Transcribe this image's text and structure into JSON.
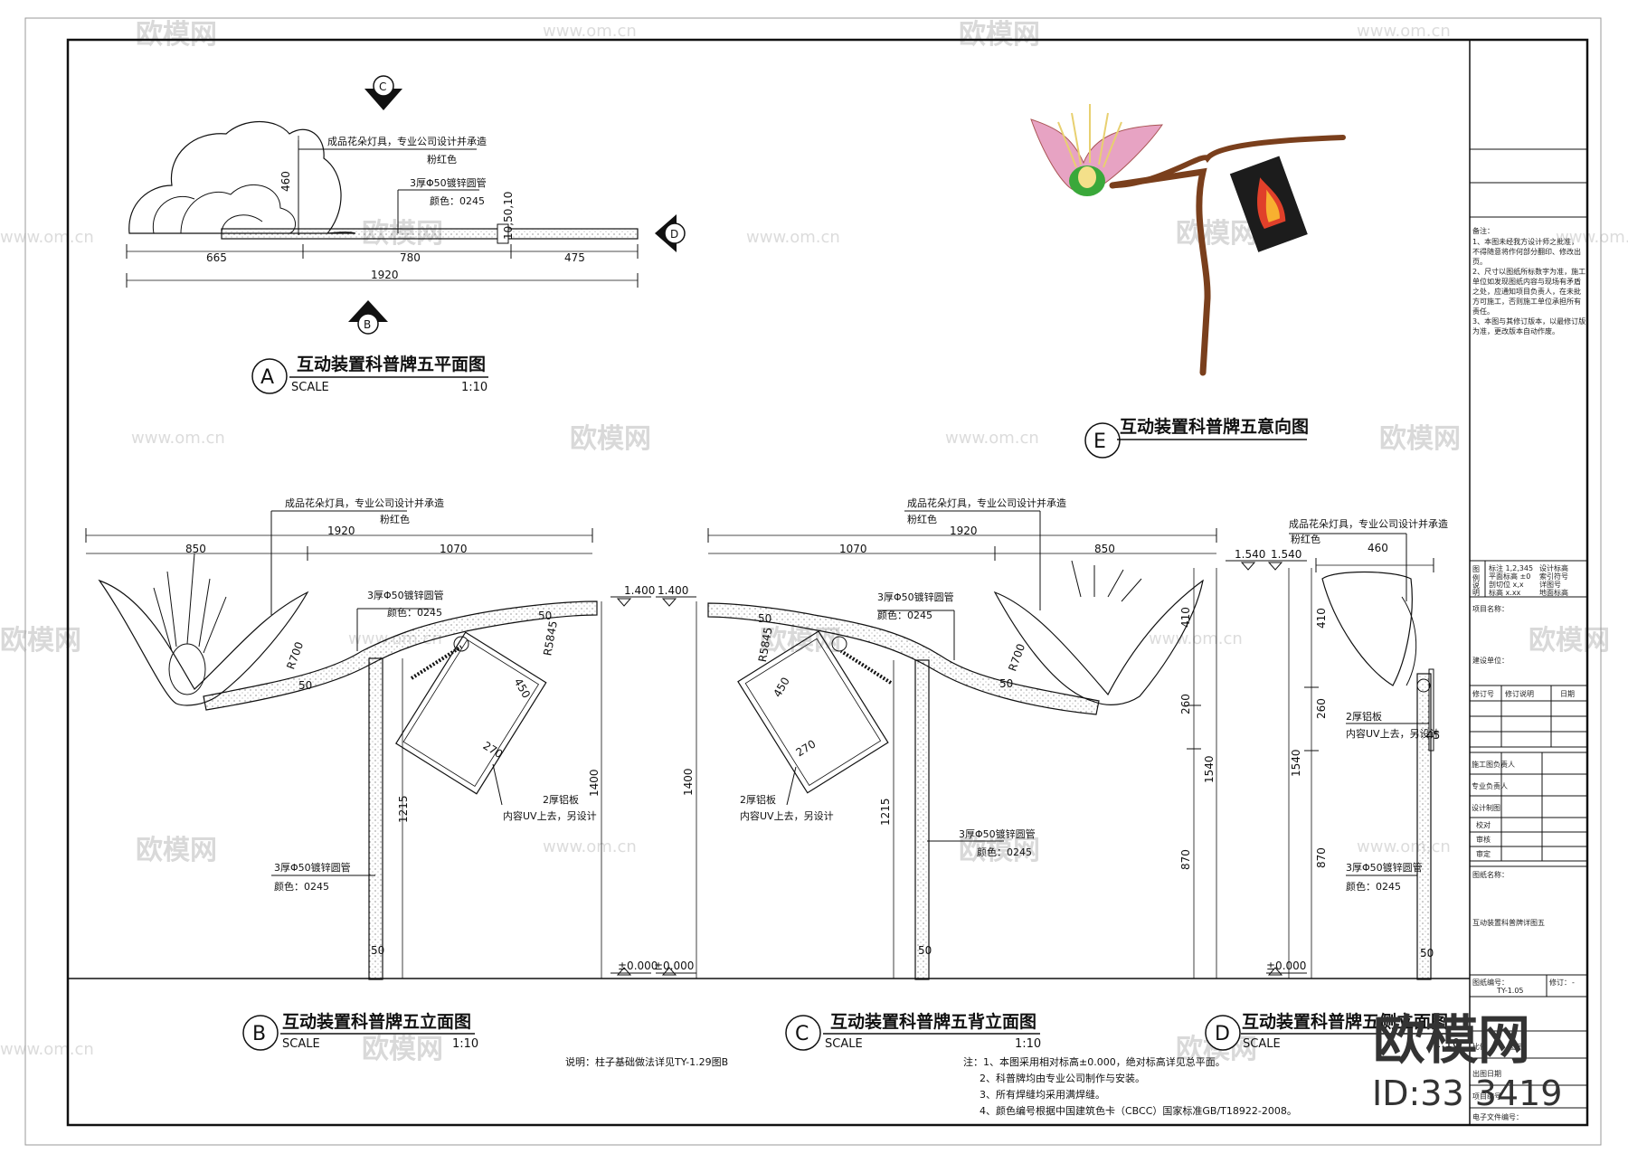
{
  "watermark": {
    "text": "欧模网",
    "url": "www.om.cn"
  },
  "plan_view": {
    "title": "互动装置科普牌五平面图",
    "letter": "A",
    "scale_label": "SCALE",
    "scale_value": "1:10",
    "section_c": "C",
    "section_b": "B",
    "section_d": "D",
    "note_lamp": "成品花朵灯具，专业公司设计并承造",
    "note_color": "粉红色",
    "note_pipe": "3厚Φ50镀锌圆管",
    "note_pipe_color": "颜色：0245",
    "dims": {
      "h460": "460",
      "d665": "665",
      "d780": "780",
      "d475": "475",
      "d1920": "1920",
      "d10_50_10": "10,50,10"
    }
  },
  "perspective_view": {
    "title": "互动装置科普牌五意向图",
    "letter": "E"
  },
  "front_elevation": {
    "title": "互动装置科普牌五立面图",
    "letter": "B",
    "scale_label": "SCALE",
    "scale_value": "1:10",
    "note_lamp": "成品花朵灯具，专业公司设计并承造",
    "note_color": "粉红色",
    "note_pipe": "3厚Φ50镀锌圆管",
    "note_pipe_color": "颜色：0245",
    "note_pipe2": "3厚Φ50镀锌圆管",
    "note_pipe2_color": "颜色：0245",
    "note_plate": "2厚铝板",
    "note_plate2": "内容UV上去，另设计",
    "dims": {
      "d850": "850",
      "d1920": "1920",
      "d1070": "1070",
      "r700": "R700",
      "r5845": "R5845",
      "d50a": "50",
      "d50b": "50",
      "d450": "450",
      "d270": "270",
      "d1215": "1215",
      "d1400": "1400",
      "d50c": "50",
      "lvl1400": "1.400",
      "lvl0": "±0.000"
    },
    "remark": "说明：柱子基础做法详见TY-1.29图B"
  },
  "back_elevation": {
    "title": "互动装置科普牌五背立面图",
    "letter": "C",
    "scale_label": "SCALE",
    "scale_value": "1:10",
    "note_lamp": "成品花朵灯具，专业公司设计并承造",
    "note_color": "粉红色",
    "note_pipe": "3厚Φ50镀锌圆管",
    "note_pipe_color": "颜色：0245",
    "note_pipe2": "3厚Φ50镀锌圆管",
    "note_pipe2_color": "颜色：0245",
    "note_plate": "2厚铝板",
    "note_plate2": "内容UV上去，另设计",
    "dims": {
      "d1070": "1070",
      "d1920": "1920",
      "d850": "850",
      "r700": "R700",
      "r5845": "R5845",
      "d50a": "50",
      "d50b": "50",
      "d450": "450",
      "d270": "270",
      "d1215": "1215",
      "d1400": "1400",
      "d410": "410",
      "d260": "260",
      "d870": "870",
      "d1540": "1540",
      "d50c": "50",
      "lvl1400": "1.400",
      "lvl1540": "1.540",
      "lvl0": "±0.000"
    },
    "notes": [
      "注：1、本图采用相对标高±0.000，绝对标高详见总平面。",
      "2、科普牌均由专业公司制作与安装。",
      "3、所有焊缝均采用满焊缝。",
      "4、颜色编号根据中国建筑色卡（CBCC）国家标准GB/T18922-2008。"
    ]
  },
  "side_elevation": {
    "title": "互动装置科普牌五侧立面图",
    "letter": "D",
    "scale_label": "SCALE",
    "scale_value": "1:10",
    "note_lamp": "成品花朵灯具，专业公司设计并承造",
    "note_color": "粉红色",
    "note_plate": "2厚铝板",
    "note_plate2": "内容UV上去，另设计",
    "note_pipe": "3厚Φ50镀锌圆管",
    "note_pipe_color": "颜色：0245",
    "dims": {
      "d460": "460",
      "d410": "410",
      "d260": "260",
      "d870": "870",
      "d1540": "1540",
      "d45": "45",
      "d50": "50",
      "lvl1540": "1.540",
      "lvl0": "±0.000"
    }
  },
  "title_block": {
    "notes_header": "备注：",
    "notes": [
      "1、本图未经我方设计师之批准，",
      "不得随意将作何部分翻印、修改出",
      "页。",
      "2、尺寸以图纸所标数字为准，施工",
      "单位如发现图纸内容与现场有矛盾",
      "之处，应通知项目负责人，在未批",
      "方可施工，否则施工单位承担所有",
      "责任。",
      "3、本图与其修订版本，以最修订版",
      "为准，更改版本自动作废。"
    ],
    "legend_label1": "图",
    "legend_label2": "例",
    "legend_label3": "说",
    "legend_label4": "明",
    "legend_items": [
      "标注 1,2,345",
      "平面标高 ±0",
      "剖切位 x,x",
      "标高 x.xx",
      "设计标高",
      "索引符号",
      "详图号",
      "地面标高"
    ],
    "project_name": "项目名称：",
    "client": "建设单位：",
    "rev_headers": [
      "修订号",
      "修订说明",
      "日期"
    ],
    "sign_rows": [
      "施工图负责人",
      "专业负责人",
      "设计制图",
      "校对",
      "审核",
      "审定"
    ],
    "drawing_name_label": "图纸名称：",
    "drawing_name": "互动装置科普牌详图五",
    "drawing_no_label": "图纸编号：",
    "drawing_no": "TY-1.05",
    "rev_no_label": "修订：",
    "rev_no": "-",
    "rows_bottom": [
      "比例",
      "出图日期",
      "项目编号"
    ],
    "scale_small": "图示",
    "efile_label": "电子文件编号："
  },
  "corner_mark": {
    "logo": "欧模网",
    "id": "ID:33 3419"
  },
  "colors": {
    "line": "#111111",
    "flower_pink": "#e7a3c3",
    "flower_green": "#3aa83a",
    "branch_brown": "#7a3f1c",
    "panel_red": "#e0402a",
    "panel_dark": "#1c1c1c"
  }
}
